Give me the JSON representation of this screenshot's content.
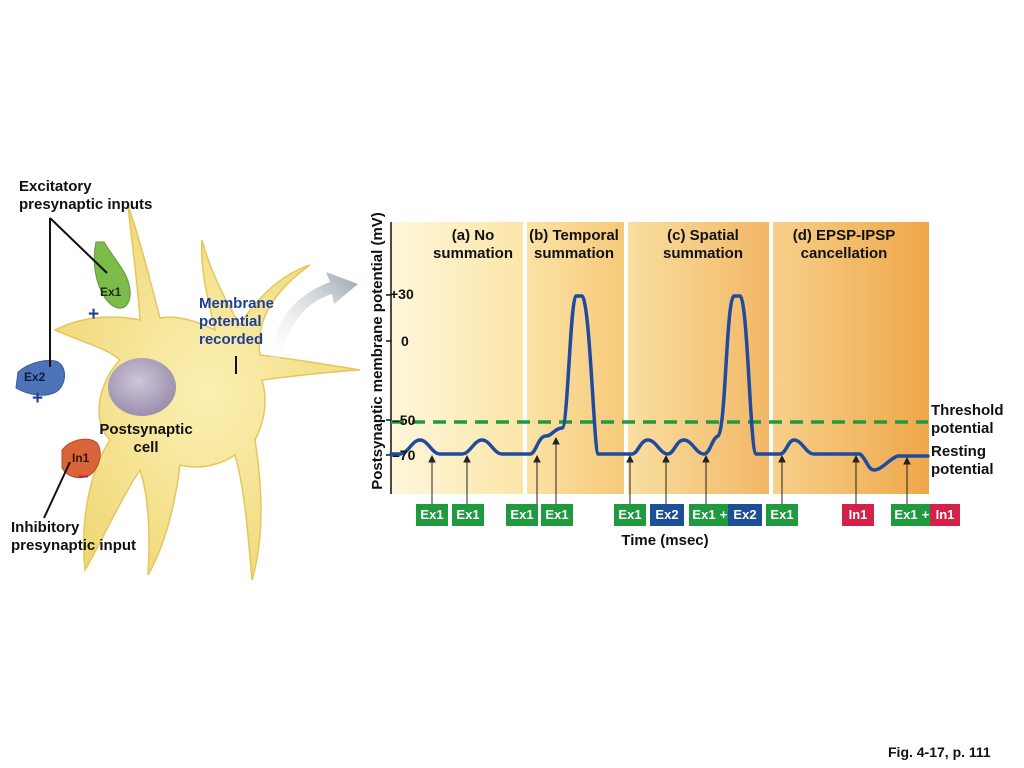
{
  "cell": {
    "excitatory_label": [
      "Excitatory",
      "presynaptic inputs"
    ],
    "inhibitory_label": [
      "Inhibitory",
      "presynaptic input"
    ],
    "ex1": "Ex1",
    "ex2": "Ex2",
    "in1": "In1",
    "plus": "+",
    "minus": "–",
    "postsynaptic": [
      "Postsynaptic",
      "cell"
    ],
    "membrane": [
      "Membrane",
      "potential",
      "recorded"
    ]
  },
  "graph": {
    "ylabel": "Postsynaptic membrane potential (mV)",
    "xlabel": "Time (msec)",
    "ticks": {
      "plus30": "+30",
      "zero": "0",
      "minus50": "–50",
      "minus70": "–70"
    },
    "panels": [
      {
        "title": [
          "(a) No",
          "summation"
        ]
      },
      {
        "title": [
          "(b) Temporal",
          "summation"
        ]
      },
      {
        "title": [
          "(c) Spatial",
          "summation"
        ]
      },
      {
        "title": [
          "(d) EPSP-IPSP",
          "cancellation"
        ]
      }
    ],
    "threshold": [
      "Threshold",
      "potential"
    ],
    "resting": [
      "Resting",
      "potential"
    ],
    "stim": {
      "ex1": "Ex1",
      "ex2": "Ex2",
      "in1": "In1",
      "plus": "+"
    }
  },
  "caption": "Fig. 4-17, p. 111",
  "colors": {
    "trace": "#1e4aa0",
    "threshold": "#1f9a3f",
    "cell": "#f6e28a",
    "ex1_terminal": "#7dbb4a",
    "ex2_terminal": "#4d74b8",
    "in1_terminal": "#d9643a"
  }
}
